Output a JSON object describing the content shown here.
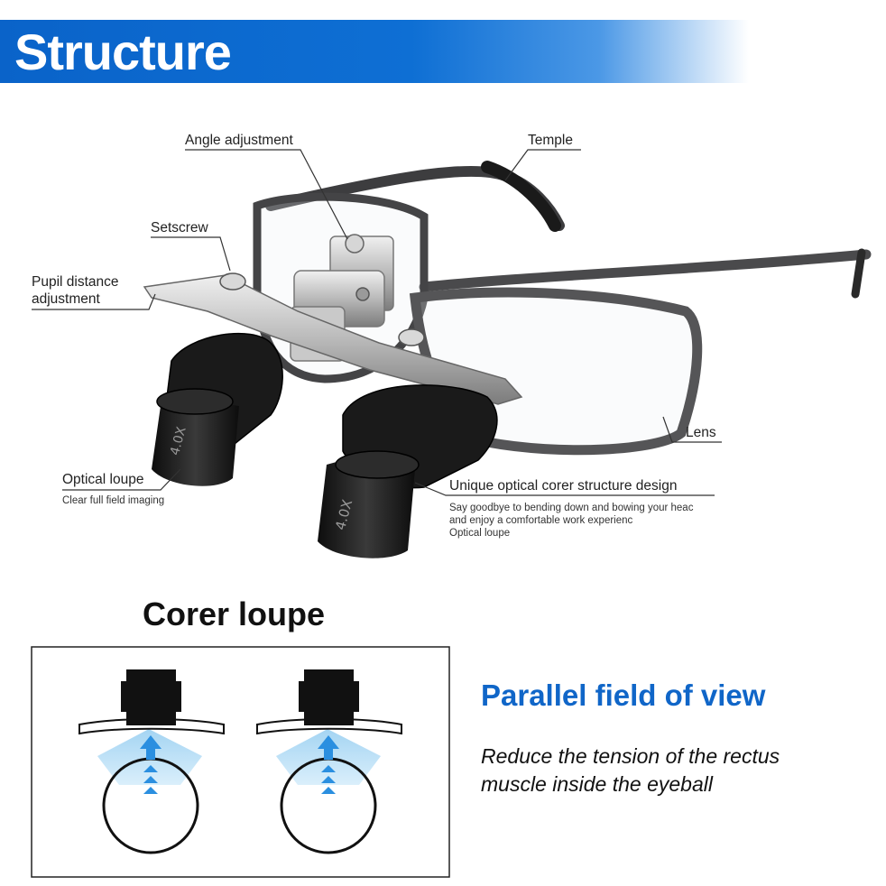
{
  "header": {
    "title": "Structure"
  },
  "labels": {
    "angle_adjustment": "Angle adjustment",
    "temple": "Temple",
    "setscrew": "Setscrew",
    "pupil_distance_line1": "Pupil distance",
    "pupil_distance_line2": "adjustment",
    "lens": "Lens",
    "optical_loupe": "Optical loupe",
    "optical_loupe_sub": "Clear full field imaging",
    "unique_design": "Unique optical corer structure design",
    "unique_desc_line1": "Say goodbye to bending down and bowing your heac",
    "unique_desc_line2": "and enjoy a comfortable work experienc",
    "unique_desc_line3": "Optical loupe"
  },
  "loupe_marking": "4.0X",
  "bottom": {
    "corer_title": "Corer loupe",
    "parallel_title": "Parallel field of view",
    "parallel_desc_line1": "Reduce the tension of the rectus",
    "parallel_desc_line2": "muscle inside the eyeball"
  },
  "colors": {
    "brand_blue": "#1066c8",
    "banner_blue": "#0a63c9",
    "beam_blue": "#9fd2f2",
    "arrow_blue": "#2b8fe0"
  }
}
